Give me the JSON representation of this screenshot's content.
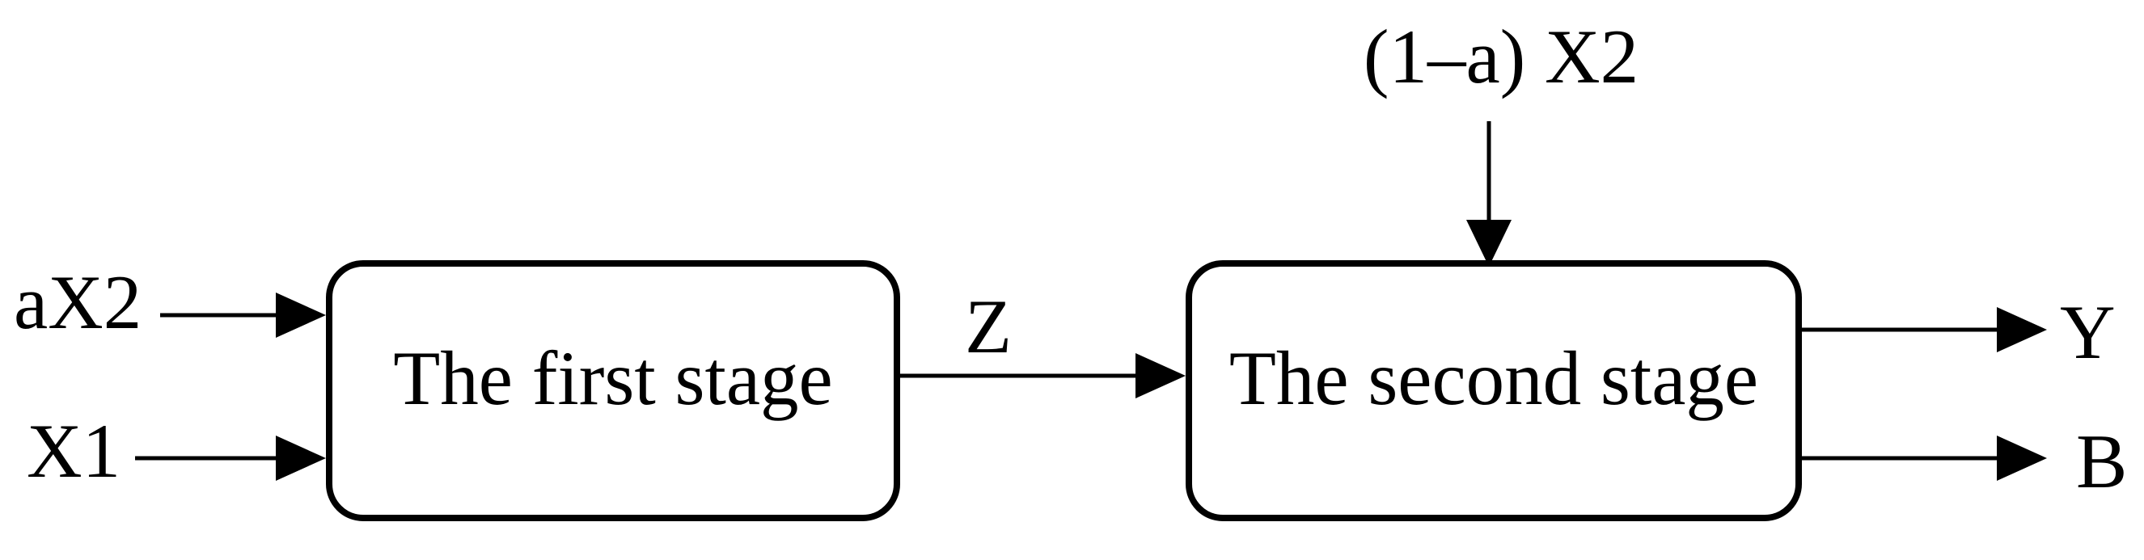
{
  "diagram": {
    "colors": {
      "background": "#ffffff",
      "ink": "#000000"
    },
    "stage1": {
      "label": "The first stage"
    },
    "stage2": {
      "label": "The second stage"
    },
    "inputs": {
      "ax2": {
        "label": "aX2",
        "to": "stage1"
      },
      "x1": {
        "label": "X1",
        "to": "stage1"
      },
      "one_minus_a_x2": {
        "label": "(1–a) X2",
        "to": "stage2"
      }
    },
    "intermediate": {
      "z": {
        "label": "Z",
        "from": "stage1",
        "to": "stage2"
      }
    },
    "outputs": {
      "y": {
        "label": "Y",
        "from": "stage2"
      },
      "b": {
        "label": "B",
        "from": "stage2"
      }
    }
  }
}
